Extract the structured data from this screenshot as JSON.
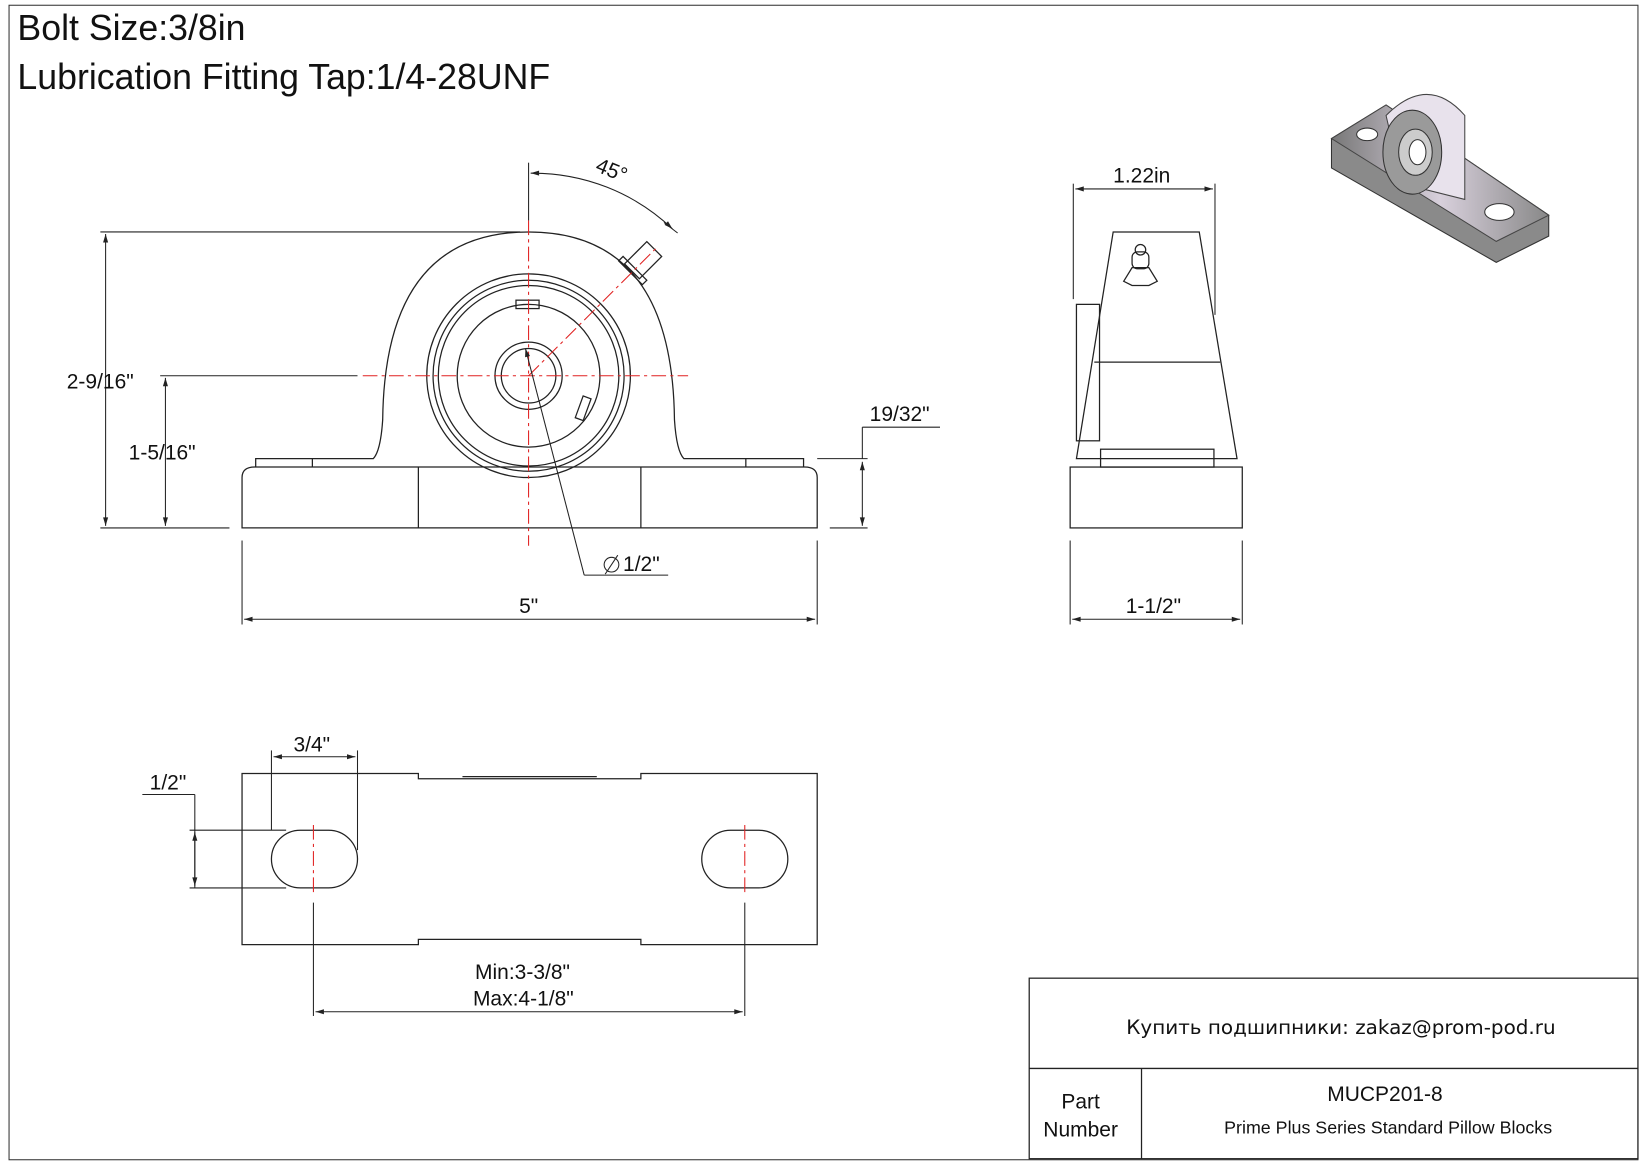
{
  "header": {
    "bolt_size": "Bolt Size:3/8in",
    "lubrication": "Lubrication Fitting Tap:1/4-28UNF"
  },
  "front_view": {
    "angle": "45°",
    "total_height": "2-9/16\"",
    "center_height": "1-5/16\"",
    "base_thickness": "19/32\"",
    "bore": "1/2\"",
    "length": "5\""
  },
  "side_view": {
    "top_width": "1.22in",
    "base_width": "1-1/2\""
  },
  "bottom_view": {
    "slot_length": "3/4\"",
    "slot_width": "1/2\"",
    "min_spacing": "Min:3-3/8\"",
    "max_spacing": "Max:4-1/8\""
  },
  "title_block": {
    "contact": "Купить подшипники: zakaz@prom-pod.ru",
    "part_label_1": "Part",
    "part_label_2": "Number",
    "part_number": "MUCP201-8",
    "description": "Prime Plus Series Standard Pillow Blocks"
  },
  "colors": {
    "centerline": "#e02020",
    "line": "#222222"
  }
}
